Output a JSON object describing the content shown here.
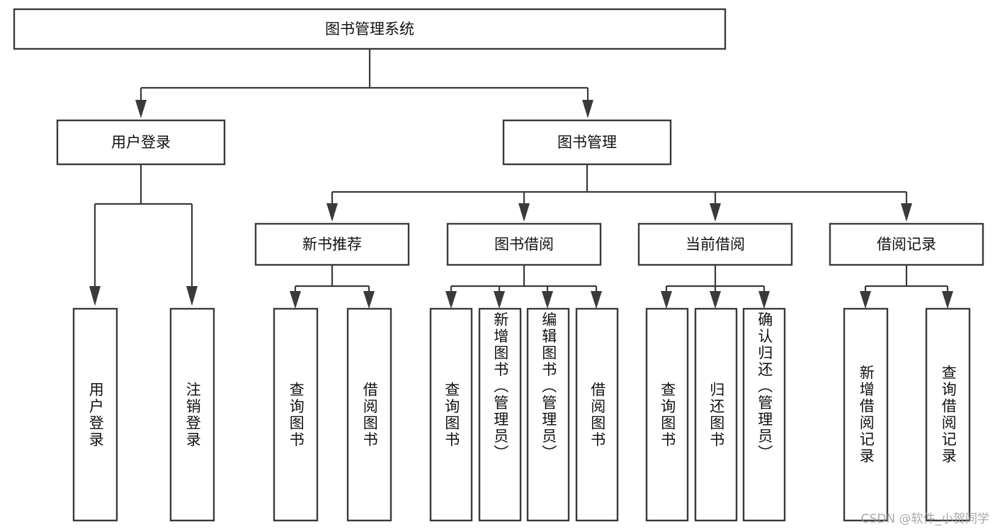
{
  "diagram": {
    "title": "图书管理系统",
    "type": "tree-hierarchy",
    "theme": {
      "background": "#ffffff",
      "box_fill": "#ffffff",
      "box_stroke": "#3a3a3a",
      "text_color": "#111111",
      "watermark_color": "#9a9a9a"
    },
    "root": {
      "label": "图书管理系统"
    },
    "level2": [
      {
        "label": "用户登录"
      },
      {
        "label": "图书管理"
      }
    ],
    "level3": [
      {
        "label": "新书推荐"
      },
      {
        "label": "图书借阅"
      },
      {
        "label": "当前借阅"
      },
      {
        "label": "借阅记录"
      }
    ],
    "leaves": {
      "user_login": [
        {
          "label": "用户登录"
        },
        {
          "label": "注销登录"
        }
      ],
      "new_book_recommend": [
        {
          "label": "查询图书"
        },
        {
          "label": "借阅图书"
        }
      ],
      "book_borrow": [
        {
          "label": "查询图书"
        },
        {
          "label": "新增图书（管理员）"
        },
        {
          "label": "编辑图书（管理员）"
        },
        {
          "label": "借阅图书"
        }
      ],
      "current_borrow": [
        {
          "label": "查询图书"
        },
        {
          "label": "归还图书"
        },
        {
          "label": "确认归还（管理员）"
        }
      ],
      "borrow_record": [
        {
          "label": "新增借阅记录"
        },
        {
          "label": "查询借阅记录"
        }
      ]
    },
    "watermark": "CSDN @软件_小贺同学"
  }
}
